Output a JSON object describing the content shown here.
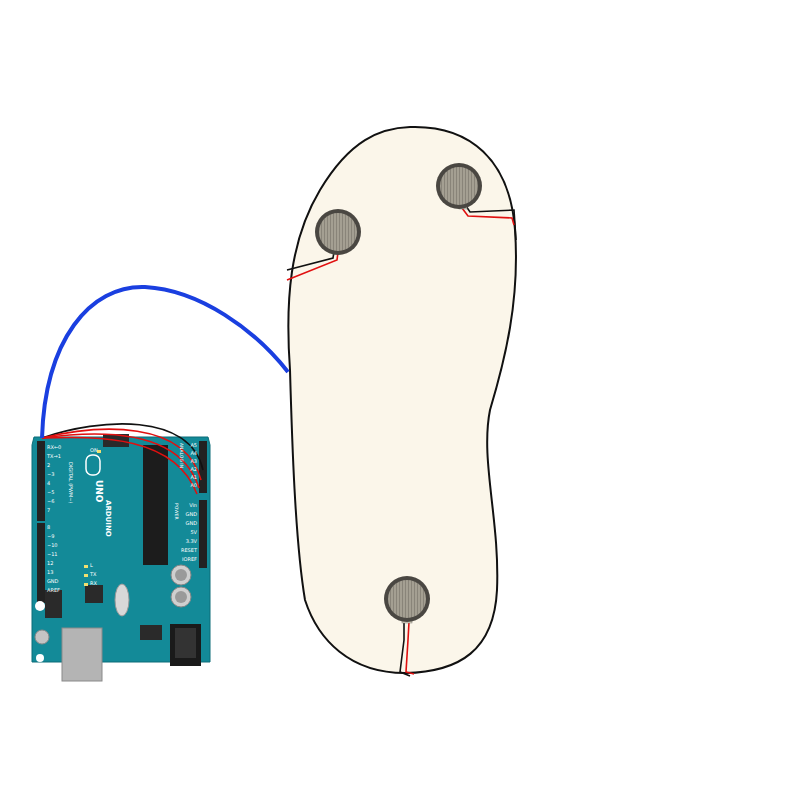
{
  "diagram": {
    "labels": [
      "UNO",
      "ARDUINO",
      "DIGITAL (PWM~)",
      "RX←0",
      "TX→1",
      "2",
      "~3",
      "4",
      "~5",
      "~6",
      "7",
      "8",
      "~9",
      "~10",
      "~11",
      "12",
      "13",
      "GND",
      "AREF",
      "ON",
      "L",
      "TX",
      "RX",
      "A5",
      "A4",
      "A3",
      "A2",
      "A1",
      "A0",
      "Vin",
      "GND",
      "GND",
      "5V",
      "3.3V",
      "RESET",
      "IOREF",
      "ANALOG IN",
      "POWER"
    ]
  }
}
